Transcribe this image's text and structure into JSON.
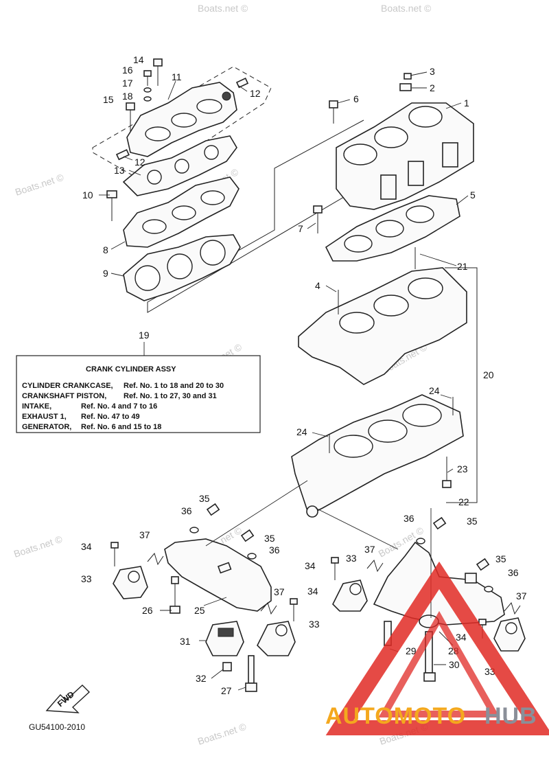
{
  "watermark_text": "Boats.net ©",
  "callouts": [
    "1",
    "2",
    "3",
    "4",
    "5",
    "6",
    "7",
    "8",
    "9",
    "10",
    "11",
    "12",
    "12",
    "13",
    "14",
    "15",
    "16",
    "17",
    "18",
    "19",
    "20",
    "21",
    "22",
    "23",
    "24",
    "24",
    "25",
    "26",
    "27",
    "28",
    "29",
    "30",
    "31",
    "32",
    "33",
    "33",
    "33",
    "33",
    "34",
    "34",
    "34",
    "34",
    "35",
    "35",
    "35",
    "35",
    "36",
    "36",
    "36",
    "36",
    "37",
    "37",
    "37",
    "37"
  ],
  "assy_box": {
    "title": "CRANK CYLINDER ASSY",
    "lines": [
      {
        "name": "CYLINDER CRANKCASE,",
        "refs": "Ref. No. 1 to 18 and 20 to 30"
      },
      {
        "name": "CRANKSHAFT PISTON,",
        "refs": "Ref. No. 1 to 27, 30 and 31"
      },
      {
        "name": "INTAKE,",
        "refs": "Ref. No. 4 and 7 to 16"
      },
      {
        "name": "EXHAUST 1,",
        "refs": "Ref. No. 47 to 49"
      },
      {
        "name": "GENERATOR,",
        "refs": "Ref. No. 6 and 15 to 18"
      }
    ]
  },
  "fwd_label": "FWD",
  "diagram_code": "GU54100-2010",
  "brand": {
    "part1": "AUTOMOTO",
    "part2": "HUB"
  },
  "colors": {
    "line": "#222222",
    "logo_red": "#e02a25",
    "brand_orange": "#f4a81e",
    "brand_gray": "#8a8f99",
    "watermark": "#c8c8c8"
  }
}
